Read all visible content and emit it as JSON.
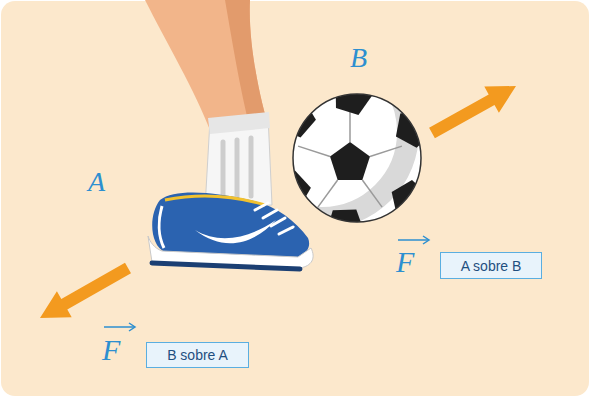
{
  "diagram": {
    "nodes": [
      {
        "text": [
          "A sobre B"
        ]
      },
      {
        "text": [
          "B sobre A"
        ]
      }
    ],
    "labels": [
      "B",
      "A",
      "F",
      "F"
    ]
  }
}
